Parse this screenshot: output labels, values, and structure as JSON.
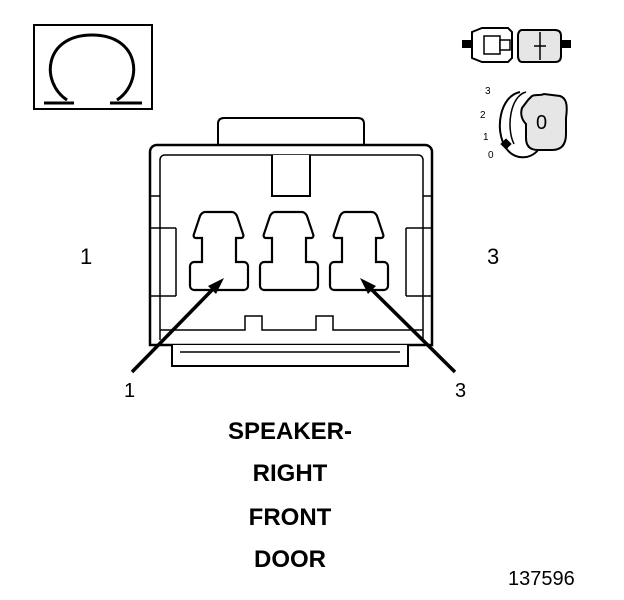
{
  "omega_symbol": "Ω",
  "key_switch": {
    "positions": [
      "3",
      "2",
      "1",
      "0"
    ],
    "key_label": "0"
  },
  "connector": {
    "side_labels": {
      "left": "1",
      "right": "3"
    },
    "arrow_labels": {
      "left": "1",
      "right": "3"
    }
  },
  "title_lines": [
    "SPEAKER-",
    "RIGHT",
    "FRONT",
    "DOOR"
  ],
  "figure_number": "137596"
}
